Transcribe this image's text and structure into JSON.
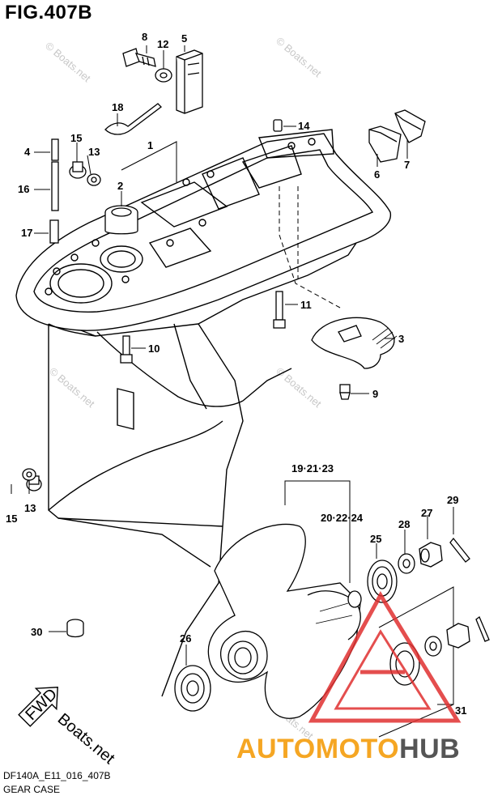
{
  "figure": {
    "title": "FIG.407B",
    "code": "DF140A_E11_016_407B",
    "name": "GEAR CASE"
  },
  "callouts": [
    "1",
    "2",
    "3",
    "4",
    "5",
    "6",
    "7",
    "8",
    "9",
    "10",
    "11",
    "12",
    "13",
    "14",
    "15",
    "16",
    "17",
    "18",
    "19·21·23",
    "20·22·24",
    "25",
    "26",
    "27",
    "28",
    "29",
    "30",
    "31"
  ],
  "callout_labels": {
    "c8": "8",
    "c12": "12",
    "c5": "5",
    "c18": "18",
    "c14": "14",
    "c15a": "15",
    "c4": "4",
    "c13a": "13",
    "c1": "1",
    "c16": "16",
    "c2": "2",
    "c6": "6",
    "c7": "7",
    "c17": "17",
    "c11": "11",
    "c3": "3",
    "c10": "10",
    "c9": "9",
    "c19": "19·21·23",
    "c15b": "15",
    "c13b": "13",
    "c20": "20·22·24",
    "c29": "29",
    "c27": "27",
    "c28": "28",
    "c25": "25",
    "c30": "30",
    "c26": "26",
    "c31": "31"
  },
  "watermark": {
    "text": "© Boats.net",
    "corner_text": "Boats.net",
    "forward_text": "FWD"
  },
  "brand": {
    "part1": "AUTOMOTO",
    "part2": "HUB",
    "color_primary": "#f5a623",
    "color_secondary": "#555555",
    "logo_color": "#e03030"
  }
}
